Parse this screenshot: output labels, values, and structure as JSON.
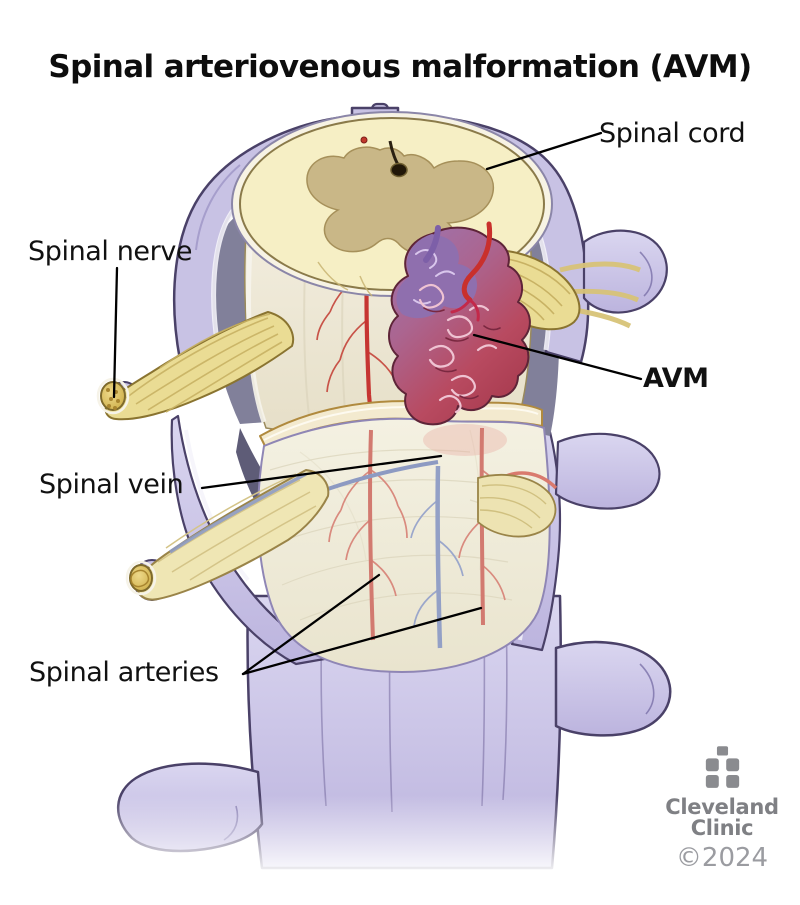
{
  "title": "Spinal arteriovenous malformation (AVM)",
  "labels": {
    "spinal_cord": "Spinal cord",
    "spinal_nerve": "Spinal nerve",
    "avm": "AVM",
    "spinal_vein": "Spinal vein",
    "spinal_arteries": "Spinal arteries"
  },
  "branding": {
    "name_line1": "Cleveland",
    "name_line2": "Clinic",
    "copyright": "©2024"
  },
  "figure": {
    "type": "medical-illustration",
    "subject": "Spinal arteriovenous malformation on the spinal cord inside the vertebral canal",
    "parts": [
      "vertebrae",
      "spinal cord cross-section",
      "gray matter butterfly",
      "spinal nerve roots",
      "AVM vessel tangle",
      "spinal arteries",
      "spinal vein",
      "dural sac"
    ]
  },
  "colors": {
    "background": "#FFFFFF",
    "label_text": "#111111",
    "bone_lavender": "#C8C2E4",
    "bone_outline": "#4A4168",
    "cord_cream": "#F6EFC5",
    "gray_matter_tan": "#C9B787",
    "nerve_yellow": "#EADC94",
    "artery_red": "#C63532",
    "soft_artery_red": "#D27A70",
    "vein_blue": "#8D9AC2",
    "avm_purple": "#8F6FAE",
    "avm_red": "#B84A60",
    "brand_gray": "#7F8084",
    "copyright_gray": "#9B9CA1"
  }
}
